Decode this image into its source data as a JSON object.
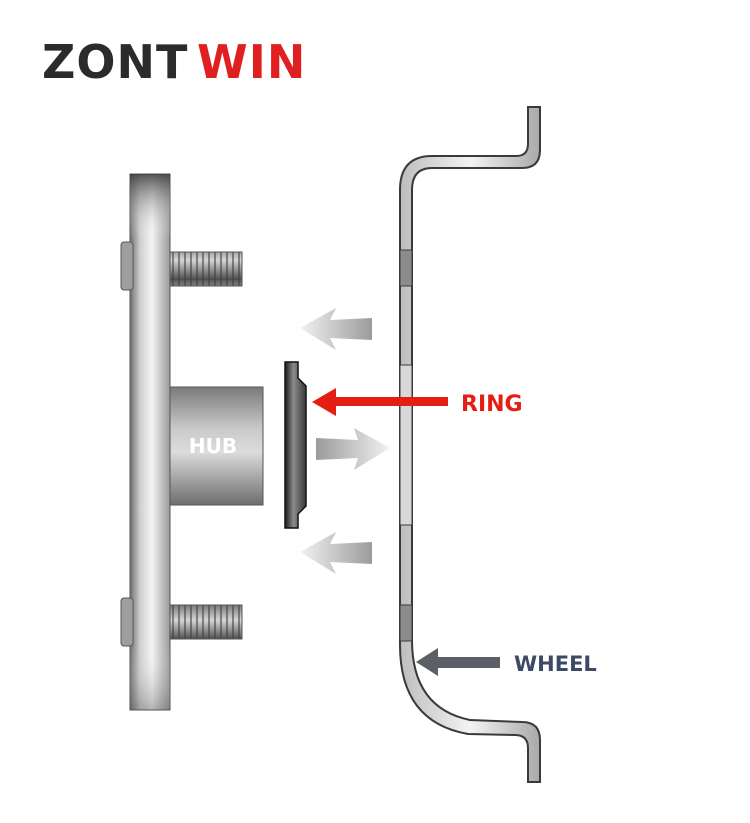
{
  "brand": {
    "logo_part1": "ZONT",
    "logo_part2": "WIN",
    "color_dark": "#2b2b2b",
    "color_accent": "#e02020"
  },
  "labels": {
    "hub": "HUB",
    "ring": "RING",
    "wheel": "WHEEL"
  },
  "colors": {
    "ring_arrow": "#e41e13",
    "ring_label": "#e41e13",
    "wheel_arrow": "#5b5f66",
    "wheel_label": "#3d4a66",
    "hub_label": "#ffffff"
  },
  "icons": {
    "airflow_arrows": [
      "left-arrow-icon",
      "right-arrow-icon",
      "left-arrow-icon"
    ]
  }
}
